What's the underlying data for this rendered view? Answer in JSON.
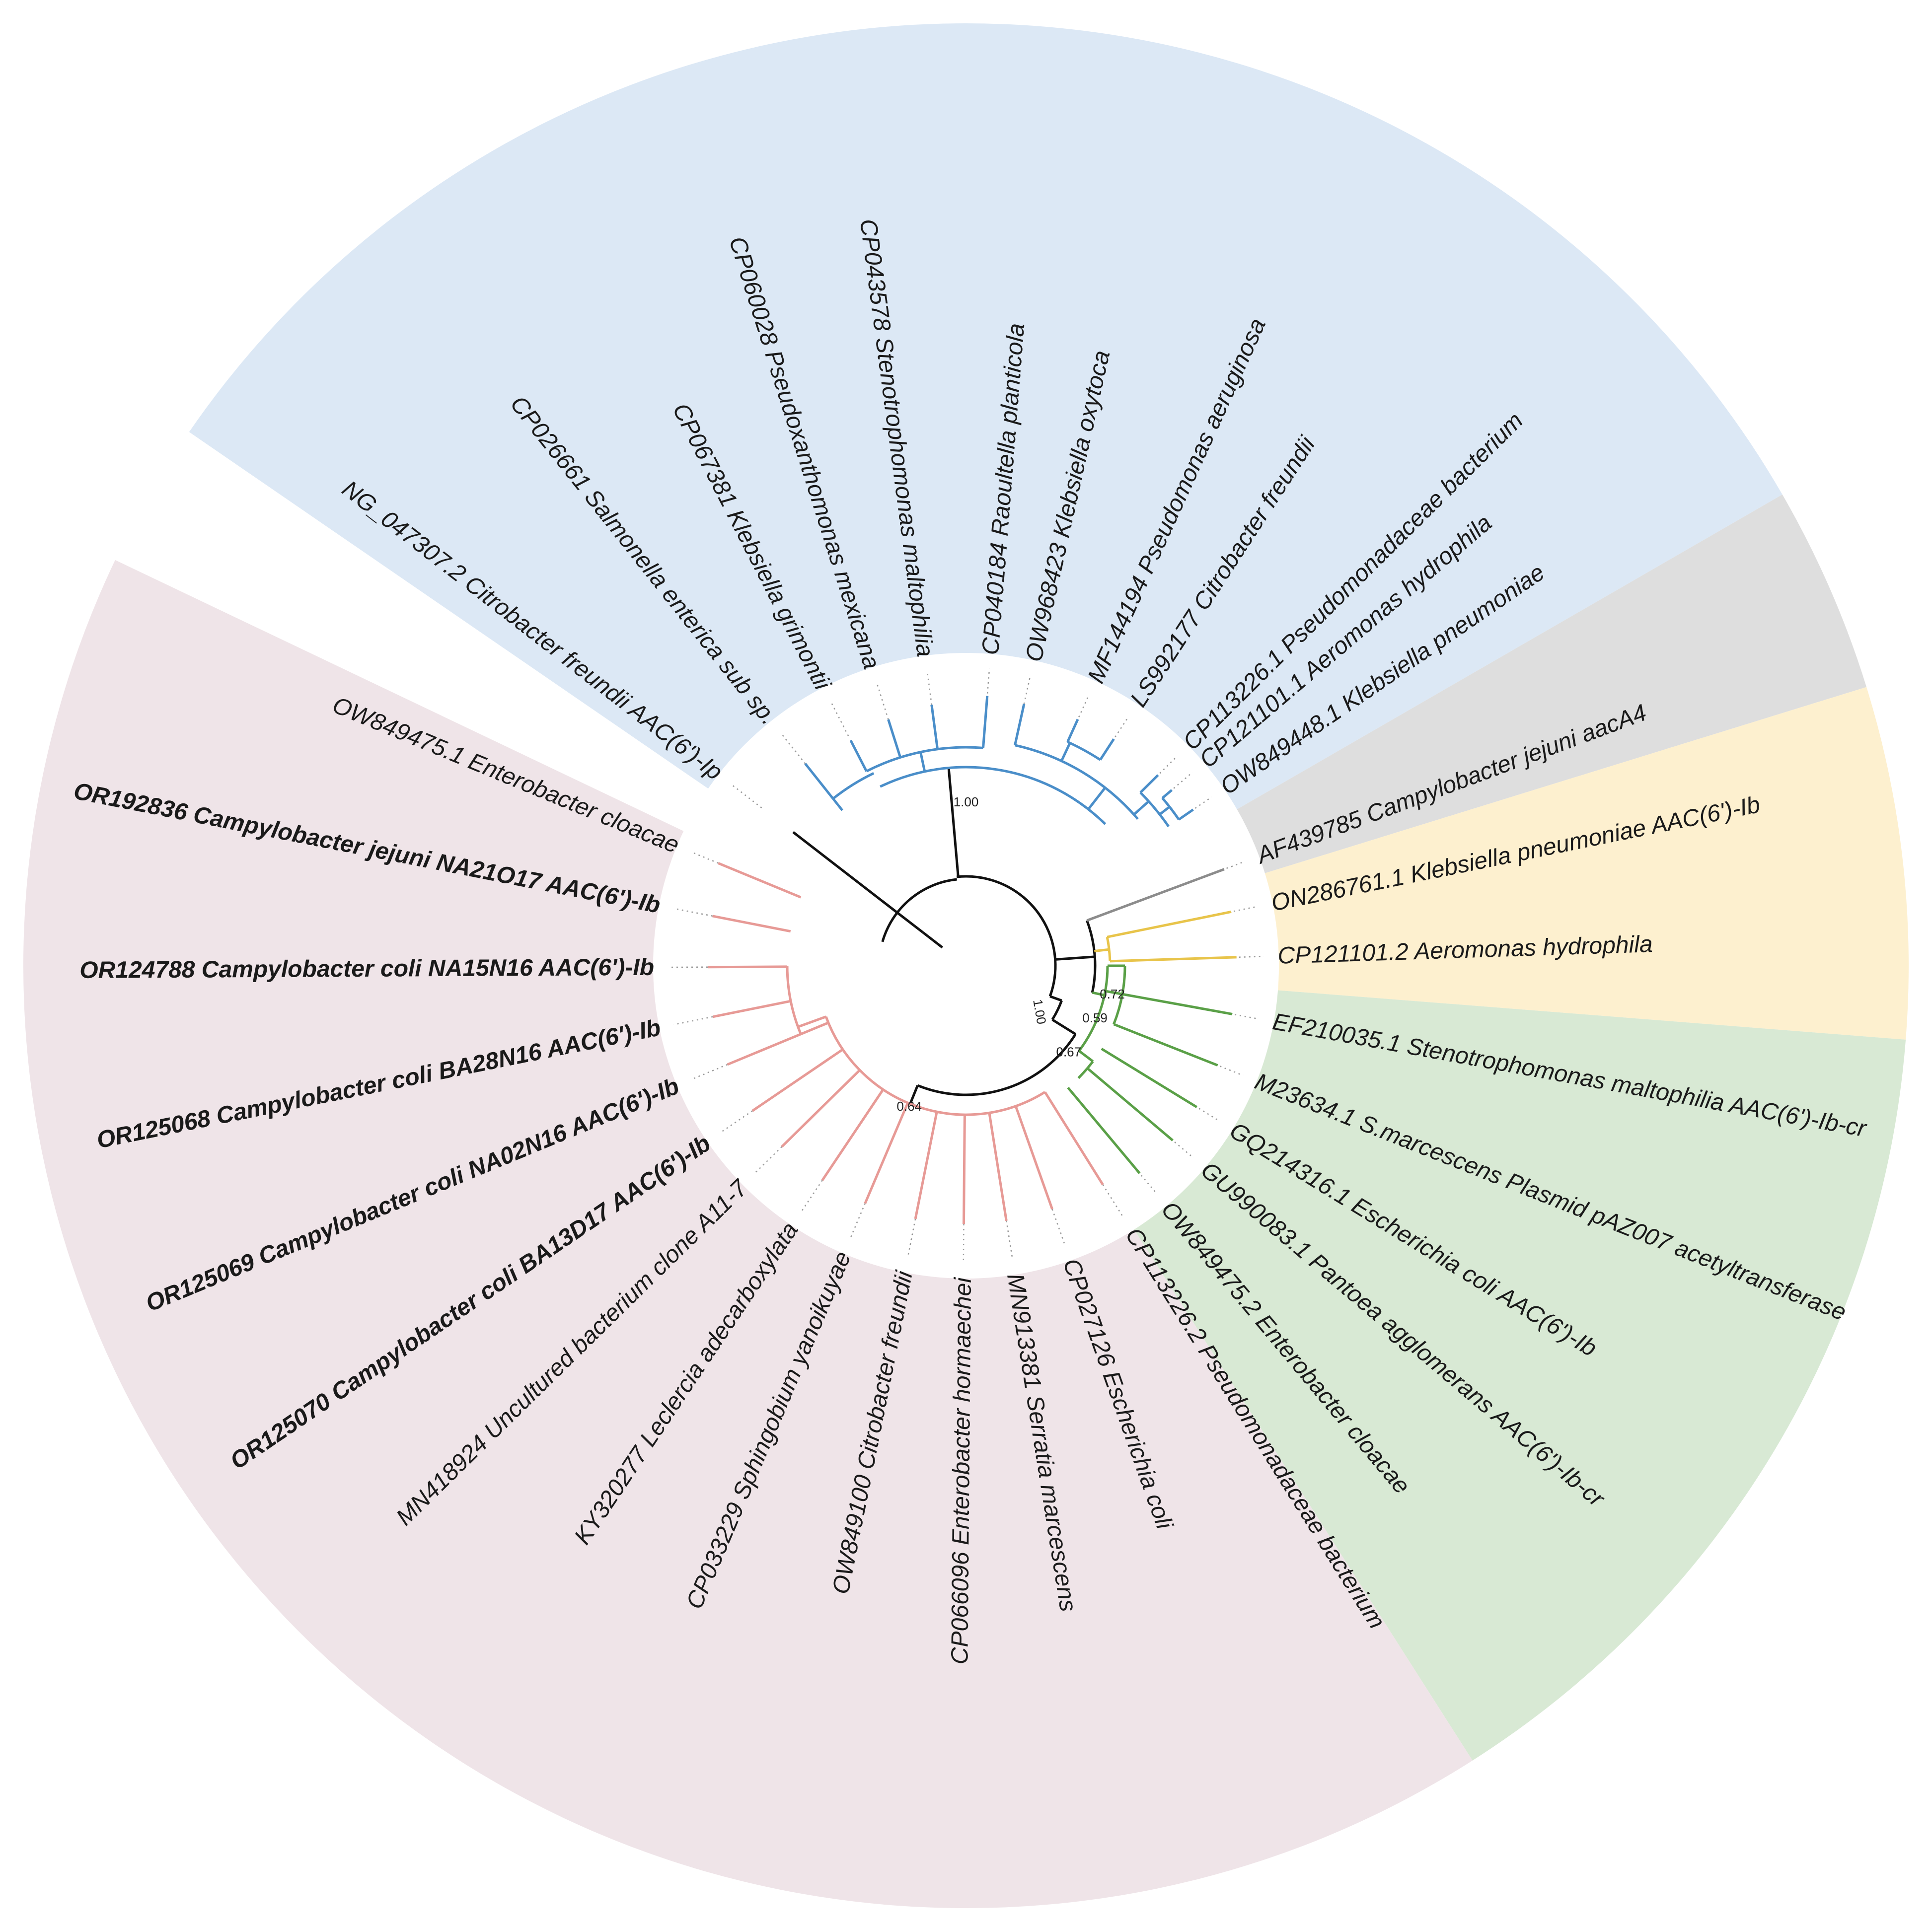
{
  "colors": {
    "background": "#ffffff",
    "clade_blue_bg": "#dce8f5",
    "clade_grey_bg": "#dedede",
    "clade_yellow_bg": "#fdf0cf",
    "clade_green_bg": "#d8e9d4",
    "clade_pink_bg": "#efe4e8",
    "branch_blue": "#4a8ec9",
    "branch_grey": "#8c8c8c",
    "branch_yellow": "#e8c44a",
    "branch_green": "#5aa047",
    "branch_pink": "#e79a96",
    "branch_black": "#111111"
  },
  "tree": {
    "leaves": [
      {
        "label": "CP121101.1 Aeromonas hydrophila",
        "clade": "blue"
      },
      {
        "label": "OW849448.1 Klebsiella pneumoniae",
        "clade": "blue"
      },
      {
        "label": "CP113226.1 Pseudomonadaceae bacterium",
        "clade": "blue"
      },
      {
        "label": "LS992177 Citrobacter freundii",
        "clade": "blue"
      },
      {
        "label": "MF144194 Pseudomonas aeruginosa",
        "clade": "blue"
      },
      {
        "label": "OW968423 Klebsiella oxytoca",
        "clade": "blue"
      },
      {
        "label": "CP040184 Raoultella planticola",
        "clade": "blue"
      },
      {
        "label": "CP043578 Stenotrophomonas maltophilia",
        "clade": "blue"
      },
      {
        "label": "CP060028 Pseudoxanthomonas mexicana",
        "clade": "blue"
      },
      {
        "label": "CP067381 Klebsiella grimontii",
        "clade": "blue"
      },
      {
        "label": "CP026661 Salmonella enterica sub sp.",
        "clade": "blue"
      },
      {
        "label": "NG_047307.2 Citrobacter freundii AAC(6')-Ip",
        "clade": "black"
      },
      {
        "label": "OW849475.1 Enterobacter cloacae",
        "clade": "pink"
      },
      {
        "label": "OR192836 Campylobacter jejuni NA21O17 AAC(6')-Ib",
        "clade": "pink",
        "bold": true
      },
      {
        "label": "OR124788 Campylobacter coli NA15N16 AAC(6')-Ib",
        "clade": "pink",
        "bold": true
      },
      {
        "label": "OR125068 Campylobacter coli BA28N16 AAC(6')-Ib",
        "clade": "pink",
        "bold": true
      },
      {
        "label": "OR125069 Campylobacter coli NA02N16 AAC(6')-Ib",
        "clade": "pink",
        "bold": true
      },
      {
        "label": "OR125070 Campylobacter coli BA13D17 AAC(6')-Ib",
        "clade": "pink",
        "bold": true
      },
      {
        "label": "MN418924 Uncultured bacterium clone A11-7",
        "clade": "pink"
      },
      {
        "label": "KY320277 Leclercia adecarboxylata",
        "clade": "pink"
      },
      {
        "label": "CP033229 Sphingobium yanoikuyae",
        "clade": "pink"
      },
      {
        "label": "OW849100 Citrobacter freundii",
        "clade": "pink"
      },
      {
        "label": "CP066096 Enterobacter hormaechei",
        "clade": "pink"
      },
      {
        "label": "MN913381 Serratia marcescens",
        "clade": "pink"
      },
      {
        "label": "CP027126 Escherichia coli",
        "clade": "pink"
      },
      {
        "label": "CP113226.2 Pseudomonadaceae bacterium",
        "clade": "pink"
      },
      {
        "label": "OW849475.2 Enterobacter cloacae",
        "clade": "green"
      },
      {
        "label": "GU990083.1 Pantoea agglomerans AAC(6')-Ib-cr",
        "clade": "green"
      },
      {
        "label": "GQ214316.1 Escherichia coli AAC(6')-Ib",
        "clade": "green"
      },
      {
        "label": "M23634.1 S.marcescens Plasmid pAZ007 acetyltransferase",
        "clade": "green"
      },
      {
        "label": "EF210035.1 Stenotrophomonas maltophilia AAC(6')-Ib-cr",
        "clade": "green"
      },
      {
        "label": "CP121101.2 Aeromonas hydrophila",
        "clade": "yellow"
      },
      {
        "label": "ON286761.1 Klebsiella pneumoniae AAC(6')-Ib",
        "clade": "yellow"
      },
      {
        "label": "AF439785 Campylobacter jejuni aacA4",
        "clade": "grey"
      }
    ],
    "support_values": [
      "1.00",
      "0.72",
      "0.59",
      "1.00",
      "0.67",
      "0.64"
    ]
  }
}
